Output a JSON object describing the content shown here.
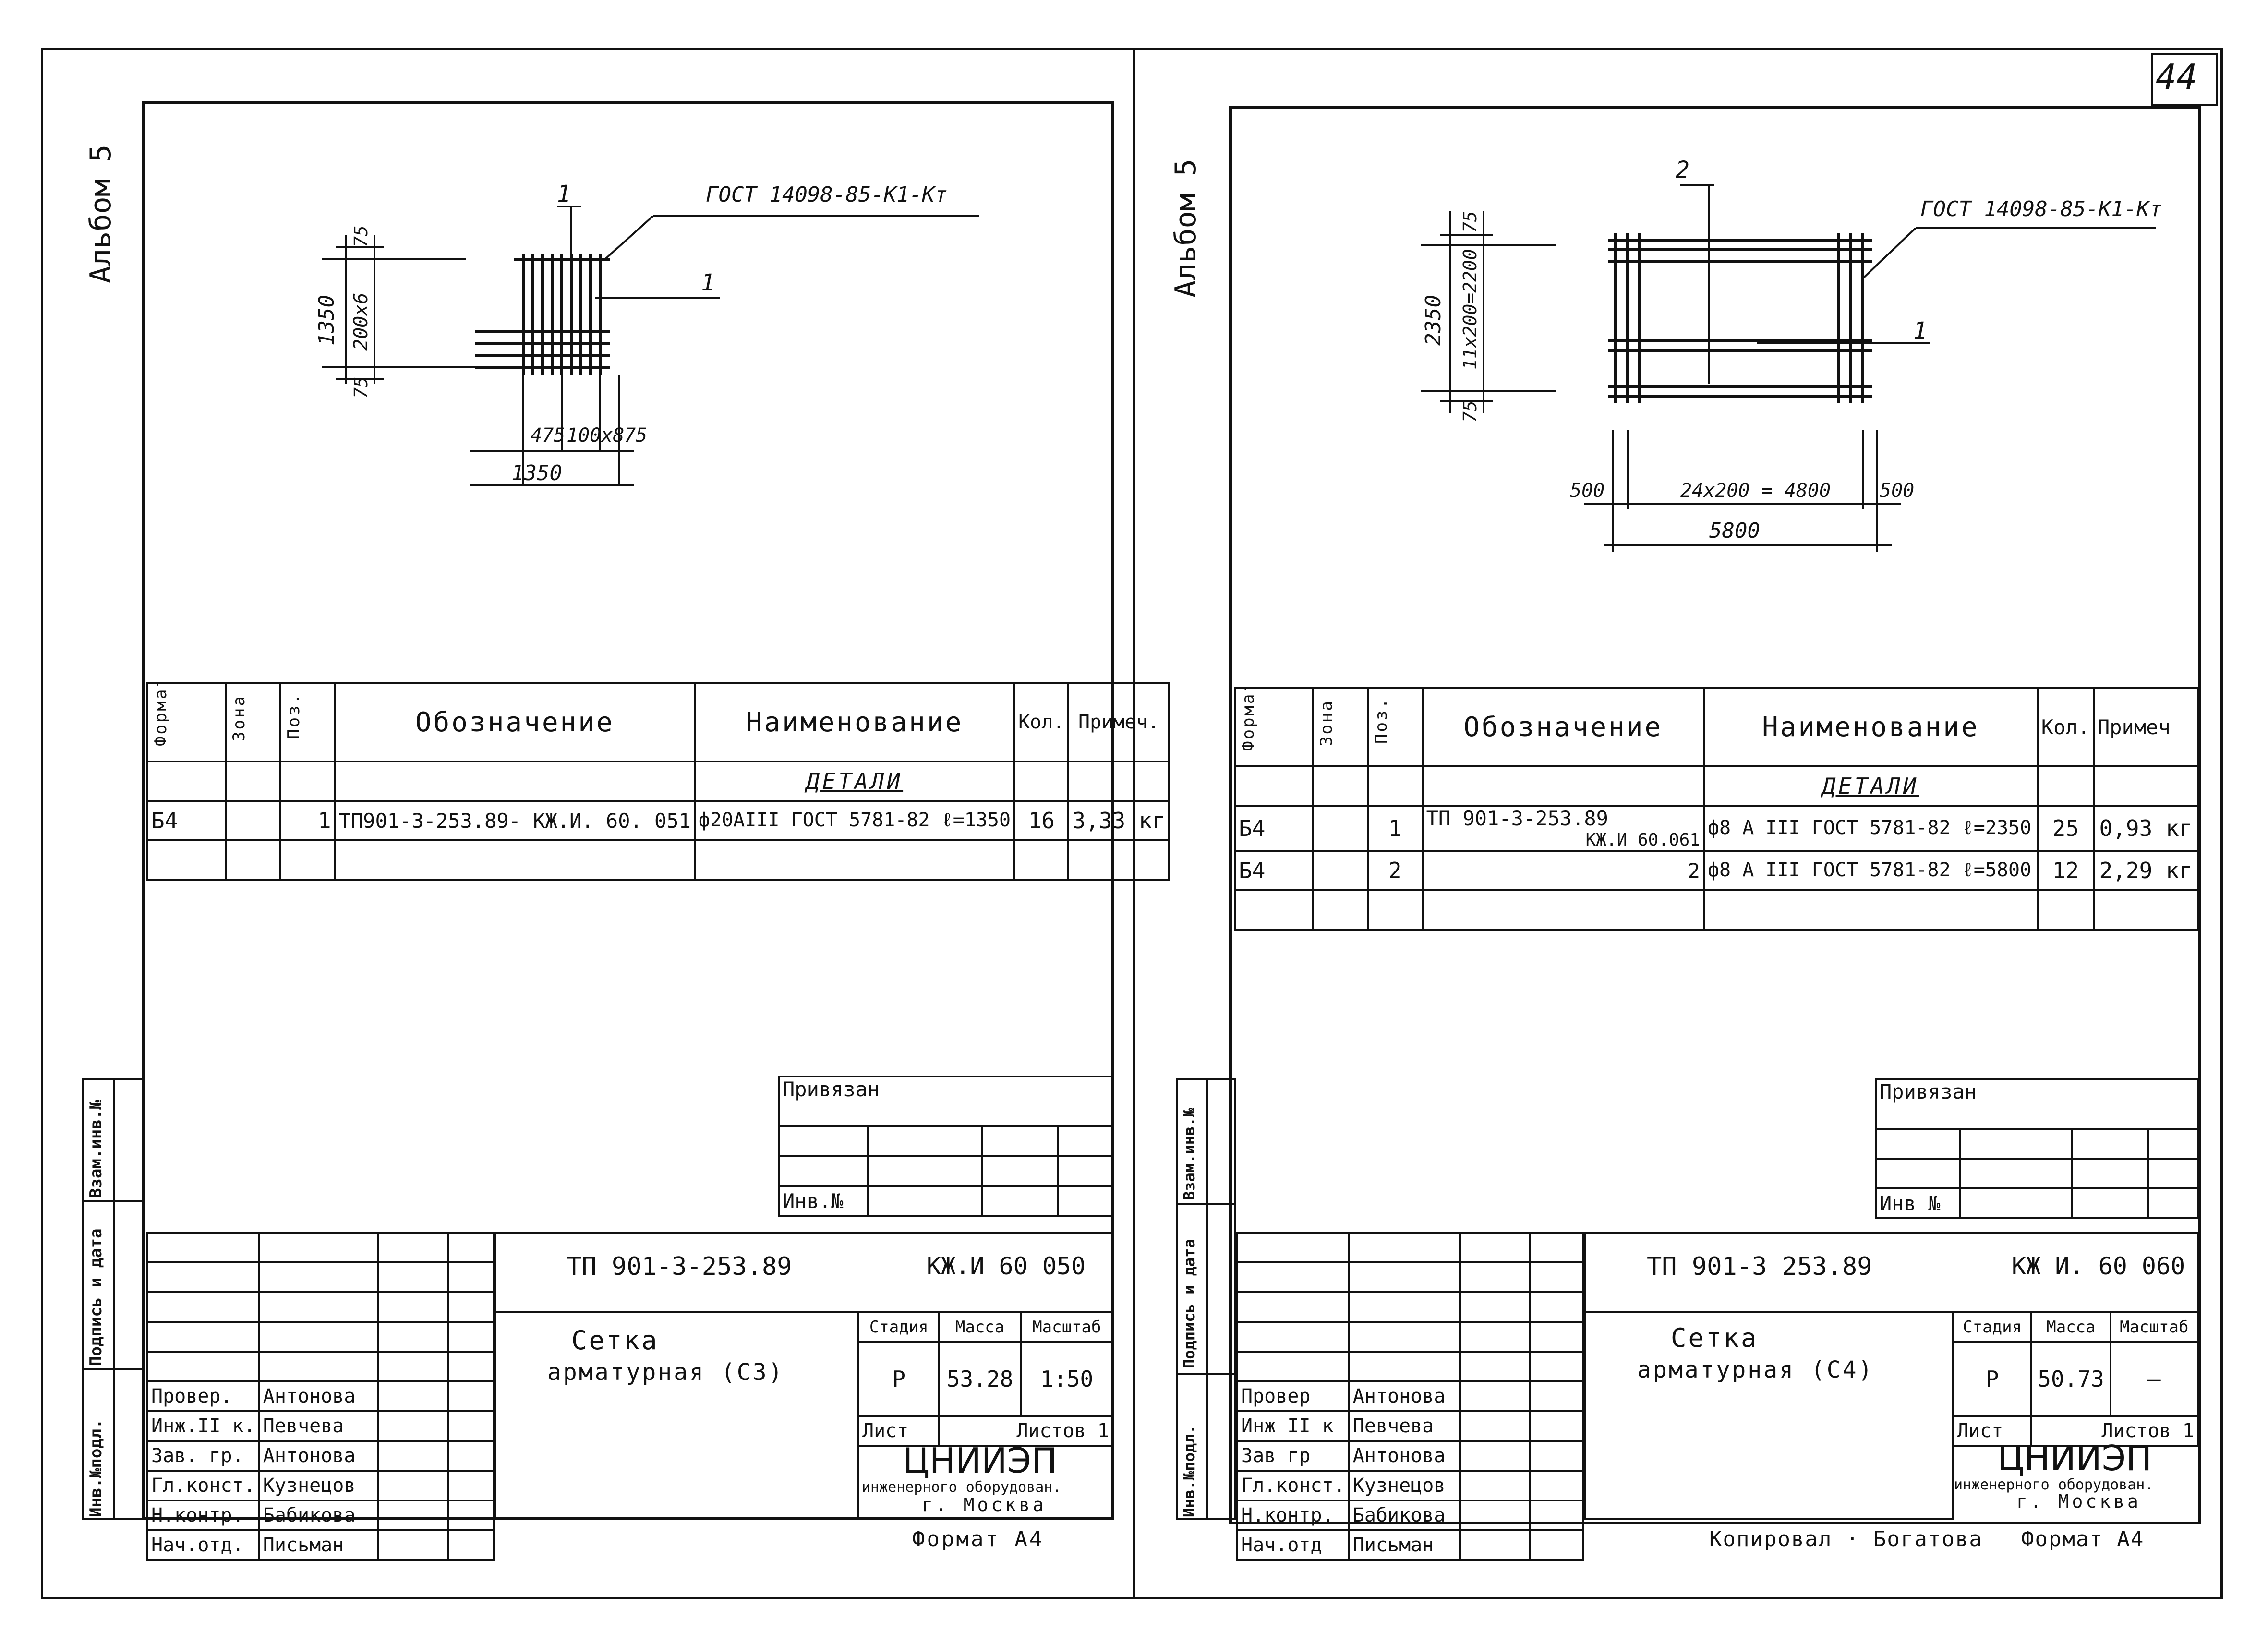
{
  "page_number": "44",
  "left": {
    "album": "Альбом 5",
    "gost": "ГОСТ 14098-85-К1-Кт",
    "leaders": [
      "1",
      "1"
    ],
    "dims": {
      "h_total": "1350",
      "h_mid": "200х6",
      "h_top": "75",
      "h_bot": "75",
      "w_left": "475",
      "w_mid": "100х8",
      "w_right": "75",
      "w_total": "1350"
    },
    "spec": {
      "headers": [
        "Формат",
        "Зона",
        "Поз.",
        "Обозначение",
        "Наименование",
        "Кол.",
        "Примеч."
      ],
      "section": "ДЕТАЛИ",
      "rows": [
        {
          "format": "Б4",
          "zone": "",
          "pos": "1",
          "designation": "ТП901-3-253.89- КЖ.И. 60. 051",
          "name": "ф20АIII ГОСТ 5781-82  ℓ=1350",
          "qty": "16",
          "note": "3,33 кг"
        }
      ]
    },
    "sidebar": [
      "Инв.№подл.",
      "Подпись и дата",
      "Взам.инв.№"
    ],
    "privyazan": "Привязан",
    "inv_no": "Инв.№",
    "code": "ТП 901-3-253.89",
    "sheet_code": "КЖ.И 60 050",
    "title_line1": "Сетка",
    "title_line2": "арматурная (С3)",
    "stage_h": "Стадия",
    "mass_h": "Масса",
    "scale_h": "Масштаб",
    "stage": "Р",
    "mass": "53.28",
    "scale": "1:50",
    "sheet_l": "Лист",
    "sheets_l": "Листов 1",
    "org1": "ЦНИИЭП",
    "org2": "инженерного оборудован.",
    "org3": "г. Москва",
    "people": [
      {
        "role": "Провер.",
        "name": "Антонова"
      },
      {
        "role": "Инж.II к.",
        "name": "Певчева"
      },
      {
        "role": "Зав. гр.",
        "name": "Антонова"
      },
      {
        "role": "Гл.конст.",
        "name": "Кузнецов"
      },
      {
        "role": "Н.контр.",
        "name": "Бабикова"
      },
      {
        "role": "Нач.отд.",
        "name": "Письман"
      }
    ],
    "format": "Формат А4"
  },
  "right": {
    "album": "Альбом 5",
    "gost": "ГОСТ 14098-85-К1-Кт",
    "leaders": [
      "2",
      "1"
    ],
    "dims": {
      "h_total": "2350",
      "h_mid": "11х200=2200",
      "h_top": "75",
      "h_bot": "75",
      "w_left": "500",
      "w_mid": "24х200 = 4800",
      "w_right": "500",
      "w_total": "5800"
    },
    "spec": {
      "headers": [
        "Формат",
        "Зона",
        "Поз.",
        "Обозначение",
        "Наименование",
        "Кол.",
        "Примеч"
      ],
      "section": "ДЕТАЛИ",
      "rows": [
        {
          "format": "Б4",
          "zone": "",
          "pos": "1",
          "designation_a": "ТП 901-3-253.89",
          "designation_b": "КЖ.И 60.061",
          "name": "ф8 А III ГОСТ 5781-82  ℓ=2350",
          "qty": "25",
          "note": "0,93 кг"
        },
        {
          "format": "Б4",
          "zone": "",
          "pos": "2",
          "designation_a": "",
          "designation_b": "2",
          "name": "ф8 А III ГОСТ 5781-82  ℓ=5800",
          "qty": "12",
          "note": "2,29 кг"
        }
      ]
    },
    "sidebar": [
      "Инв.№подл.",
      "Подпись и дата",
      "Взам.инв.№"
    ],
    "privyazan": "Привязан",
    "inv_no": "Инв №",
    "code": "ТП 901-3 253.89",
    "sheet_code": "КЖ И. 60 060",
    "title_line1": "Сетка",
    "title_line2": "арматурная (С4)",
    "stage_h": "Стадия",
    "mass_h": "Масса",
    "scale_h": "Масштаб",
    "stage": "Р",
    "mass": "50.73",
    "scale": "—",
    "sheet_l": "Лист",
    "sheets_l": "Листов 1",
    "org1": "ЦНИИЭП",
    "org2": "инженерного оборудован.",
    "org3": "г. Москва",
    "people": [
      {
        "role": "Провер",
        "name": "Антонова"
      },
      {
        "role": "Инж II к",
        "name": "Певчева"
      },
      {
        "role": "Зав гр",
        "name": "Антонова"
      },
      {
        "role": "Гл.конст.",
        "name": "Кузнецов"
      },
      {
        "role": "Н.контр.",
        "name": "Бабикова"
      },
      {
        "role": "Нач.отд",
        "name": "Письман"
      }
    ],
    "copied": "Копировал · Богатова",
    "format": "Формат А4"
  }
}
